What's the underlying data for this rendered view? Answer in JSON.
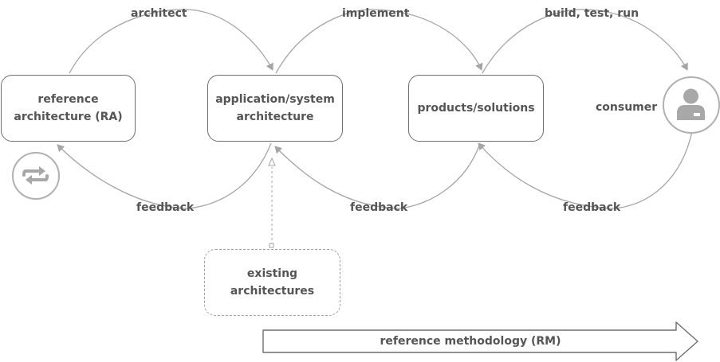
{
  "boxes": {
    "reference_architecture": {
      "line1": "reference",
      "line2": "architecture (RA)"
    },
    "application_architecture": {
      "line1": "application/system",
      "line2": "architecture"
    },
    "products": {
      "line1": "products/solutions"
    },
    "existing_architectures": {
      "line1": "existing",
      "line2": "architectures"
    }
  },
  "arc_labels": {
    "architect": "architect",
    "implement": "implement",
    "build": "build, test, run",
    "feedback_1": "feedback",
    "feedback_2": "feedback",
    "feedback_3": "feedback"
  },
  "consumer_label": "consumer",
  "methodology": "reference methodology (RM)",
  "icons": {
    "cycle": "cycle-arrows-icon",
    "consumer": "user-icon"
  },
  "colors": {
    "stroke": "#6e6e6e",
    "arc": "#a5a5a5",
    "text": "#555555",
    "icon": "#a8a8a8"
  }
}
